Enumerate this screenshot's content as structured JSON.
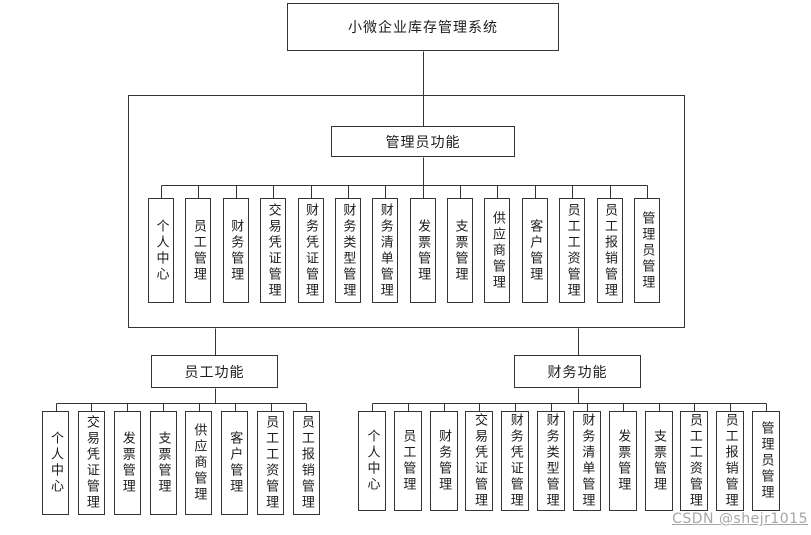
{
  "title": {
    "label": "小微企业库存管理系统"
  },
  "admin_section": {
    "label": "管理员功能",
    "items": [
      "个人中心",
      "员工管理",
      "财务管理",
      "交易凭证管理",
      "财务凭证管理",
      "财务类型管理",
      "财务清单管理",
      "发票管理",
      "支票管理",
      "供应商管理",
      "客户管理",
      "员工工资管理",
      "员工报销管理",
      "管理员管理"
    ]
  },
  "staff_section": {
    "label": "员工功能",
    "items": [
      "个人中心",
      "交易凭证管理",
      "发票管理",
      "支票管理",
      "供应商管理",
      "客户管理",
      "员工工资管理",
      "员工报销管理"
    ]
  },
  "finance_section": {
    "label": "财务功能",
    "items": [
      "个人中心",
      "员工管理",
      "财务管理",
      "交易凭证管理",
      "财务凭证管理",
      "财务类型管理",
      "财务清单管理",
      "发票管理",
      "支票管理",
      "员工工资管理",
      "员工报销管理",
      "管理员管理"
    ]
  },
  "watermark": {
    "label": "CSDN @shejr1015"
  },
  "colors": {
    "line": "#343434",
    "background": "#ffffff",
    "watermark_text": "#a6a6a6"
  }
}
